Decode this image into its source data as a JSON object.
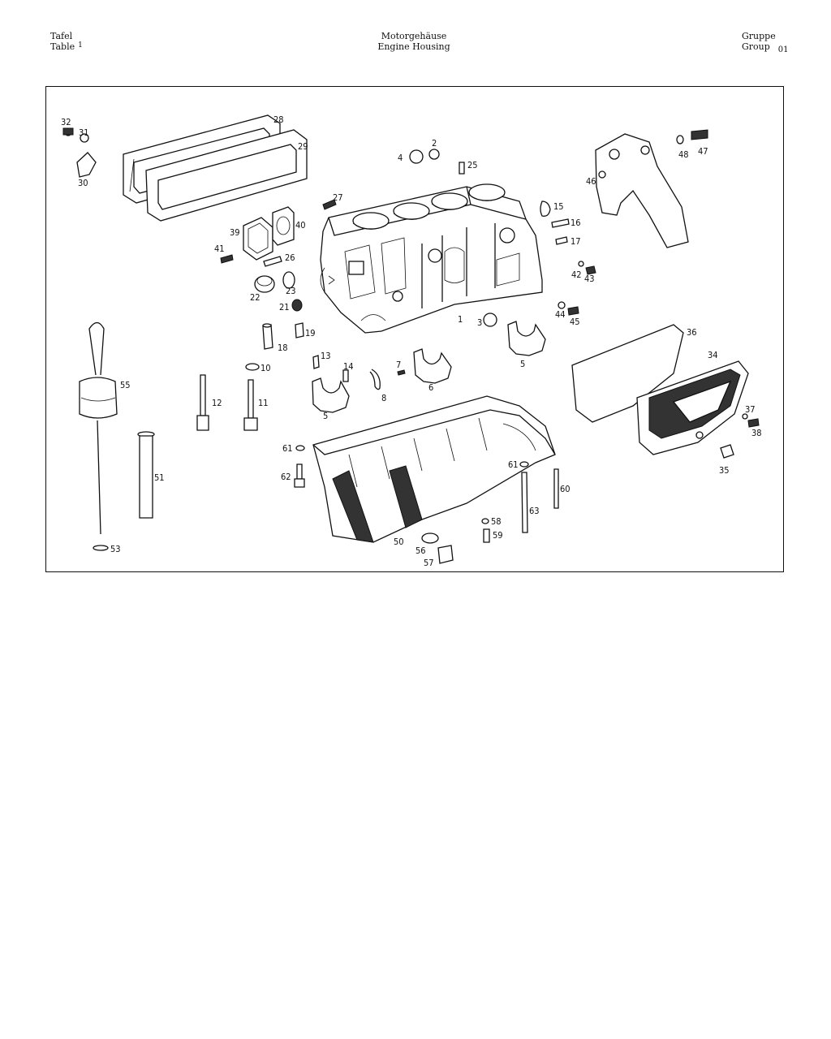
{
  "header": {
    "left_de": "Tafel",
    "left_en": "Table",
    "table_no": "1",
    "center_de": "Motorgehäuse",
    "center_en": "Engine Housing",
    "right_de": "Gruppe",
    "right_en": "Group",
    "group_no": "01"
  },
  "callouts": [
    "1",
    "2",
    "3",
    "4",
    "5",
    "5",
    "6",
    "7",
    "8",
    "10",
    "11",
    "12",
    "13",
    "14",
    "15",
    "16",
    "17",
    "18",
    "19",
    "21",
    "22",
    "23",
    "25",
    "26",
    "27",
    "28",
    "29",
    "30",
    "31",
    "32",
    "34",
    "35",
    "36",
    "37",
    "38",
    "39",
    "40",
    "41",
    "42",
    "43",
    "44",
    "45",
    "46",
    "47",
    "48",
    "50",
    "51",
    "53",
    "55",
    "56",
    "57",
    "58",
    "59",
    "60",
    "61",
    "61",
    "62",
    "63"
  ]
}
